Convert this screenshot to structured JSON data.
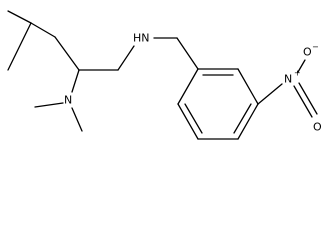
{
  "molecule": {
    "atoms": {
      "amine_nh": "HN",
      "dimethylamino_n": "N",
      "nitro_n": "N",
      "nitro_n_charge": "+",
      "nitro_o_top": "O",
      "nitro_o_minus": "−",
      "nitro_o_bottom": "O"
    }
  }
}
